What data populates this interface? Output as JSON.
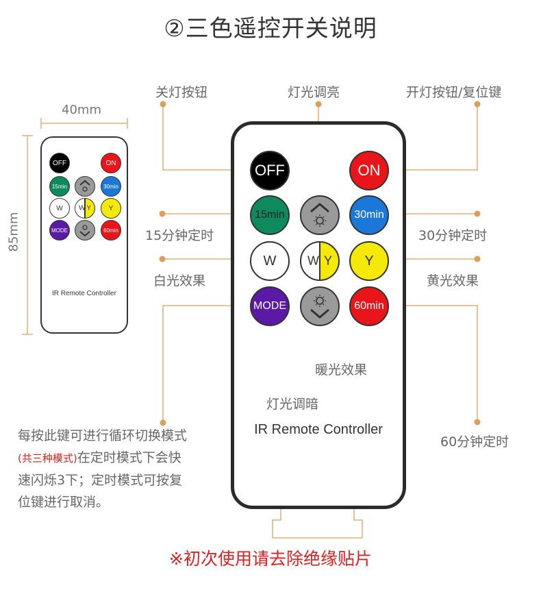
{
  "title": "②三色遥控开关说明",
  "dimensions": {
    "width": "40mm",
    "height": "85mm"
  },
  "remote_label": "IR Remote Controller",
  "buttons": {
    "off": "OFF",
    "on": "ON",
    "b15": "15min",
    "b30": "30min",
    "w": "W",
    "wy_w": "W",
    "wy_y": "Y",
    "y": "Y",
    "mode": "MODE",
    "b60": "60min"
  },
  "labels": {
    "off": "关灯按钮",
    "brighten": "灯光调亮",
    "on": "开灯按钮/复位键",
    "b15": "15分钟定时",
    "b30": "30分钟定时",
    "white": "白光效果",
    "yellow": "黄光效果",
    "warm": "暖光效果",
    "dim": "灯光调暗",
    "b60": "60分钟定时"
  },
  "note": {
    "line1": "每按此键可进行循环切换模式",
    "red": "(共三种模式)",
    "line2_rest": "在定时模式下会快",
    "line3": "速闪烁3下；定时模式可按复",
    "line4": "位键进行取消。"
  },
  "warning": "※初次使用请去除绝缘贴片",
  "colors": {
    "accent_line": "#d9a05a",
    "off": "#000000",
    "on": "#e8161b",
    "green": "#0e8a5e",
    "blue": "#1c78d8",
    "gray": "#9a9a9a",
    "yellow": "#f5e90a",
    "purple": "#5a1aa6",
    "red": "#e8161b",
    "warning": "#e02020"
  }
}
